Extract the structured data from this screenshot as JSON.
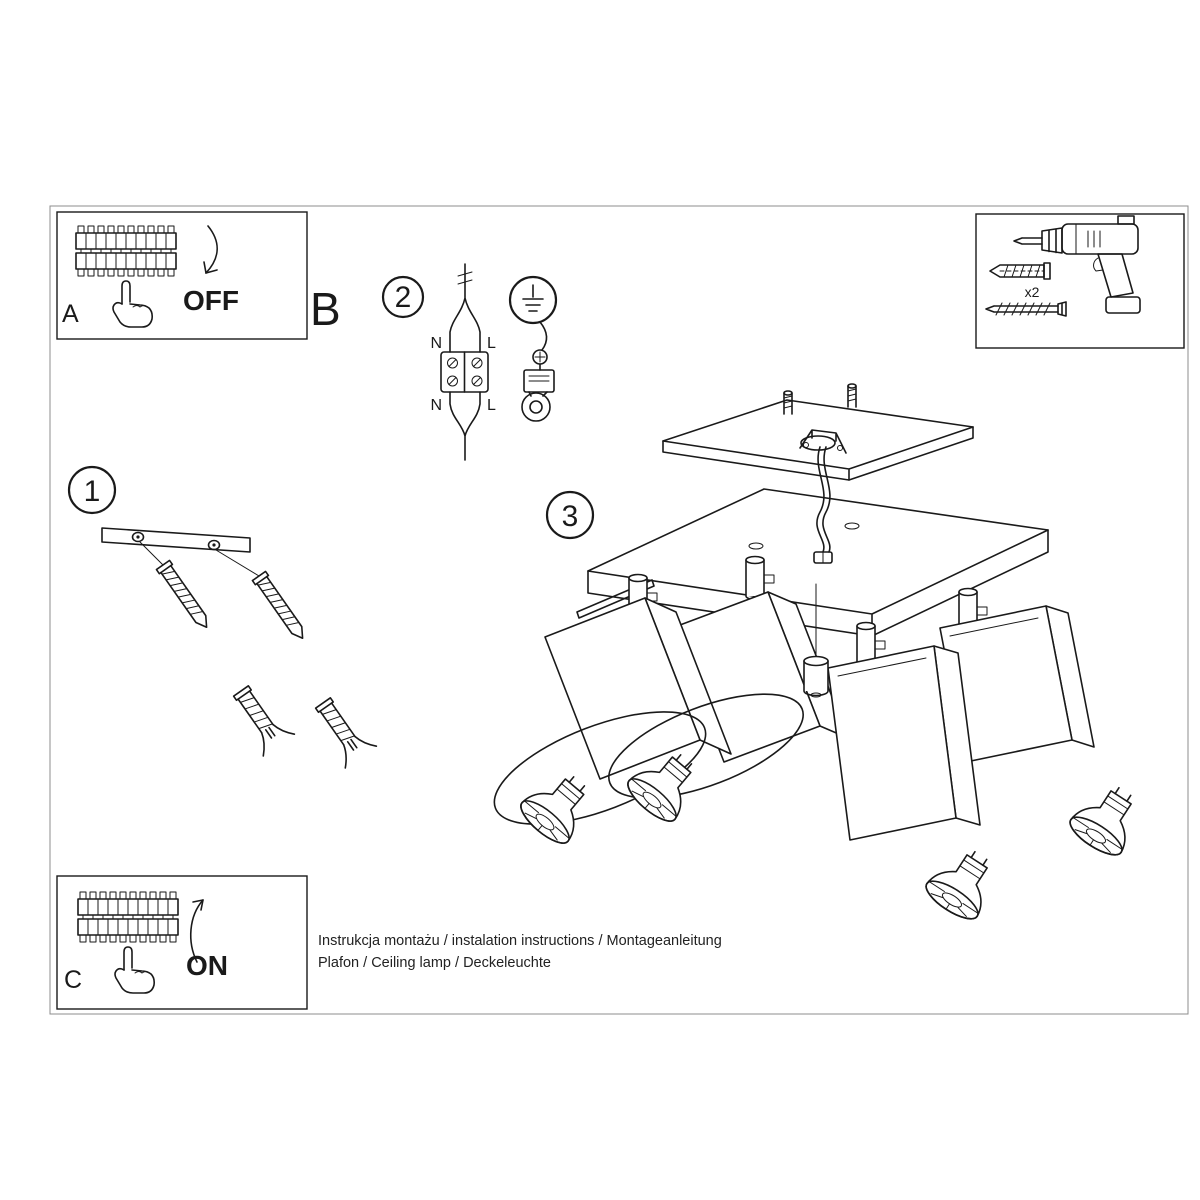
{
  "sheet": {
    "footer": {
      "line1": "Instrukcja montażu / instalation instructions / Montageanleitung",
      "line2": "Plafon / Ceiling lamp / Deckeleuchte"
    },
    "power_off": {
      "label": "A",
      "state": "OFF"
    },
    "power_on": {
      "label": "C",
      "state": "ON"
    },
    "section_b": {
      "label": "B"
    },
    "step1": {
      "number": "1"
    },
    "step2": {
      "number": "2"
    },
    "step3": {
      "number": "3"
    },
    "wiring": {
      "neutral_top": "N",
      "live_top": "L",
      "neutral_bottom": "N",
      "live_bottom": "L"
    },
    "tools": {
      "anchor_quantity": "x2"
    },
    "icons": {
      "power_panel": "circuit-breaker-icon",
      "hand": "pointing-hand-icon",
      "arrow_off": "switch-down-arrow-icon",
      "arrow_on": "switch-up-arrow-icon",
      "earth": "ground-symbol-icon",
      "drill": "drill-icon",
      "wall_plug": "wall-plug-icon",
      "screw": "screw-icon",
      "bracket": "mounting-bracket-icon",
      "lamp": "gu10-bulb-icon"
    },
    "colors": {
      "line": "#1a1a1a",
      "border": "#8c8c8c",
      "background": "#ffffff"
    }
  }
}
